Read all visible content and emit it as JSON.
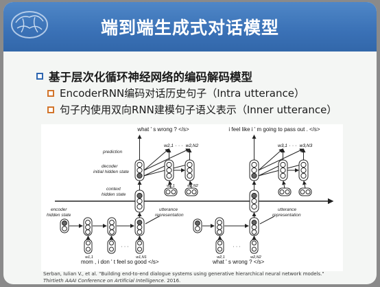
{
  "slide": {
    "title": "端到端生成式对话模型",
    "bullets": {
      "main": "基于层次化循环神经网络的编码解码模型",
      "sub1": "EncoderRNN编码对话历史句子（Intra utterance）",
      "sub2": "句子内使用双向RNN建模句子语义表示（Inner utterance）"
    }
  },
  "diagram": {
    "top_left_sentence": "what ' s wrong ? </s>",
    "top_right_sentence": "i feel like i ' m going to pass out . </s>",
    "bottom_left_sentence": "mom , i don ' t feel so good </s>",
    "bottom_right_sentence": "what ' s wrong ? </s>",
    "labels": {
      "prediction": "prediction",
      "decoder": "decoder",
      "decoder2": "initial hidden state",
      "context": "context",
      "context2": "hidden state",
      "encoder": "encoder",
      "encoder2": "hidden state",
      "utterance": "utterance",
      "utterance2": "representation",
      "utterance_r": "utterance",
      "utterance_r2": "representation"
    },
    "tokens": {
      "w11": "w1,1",
      "w1n": "w1,N1",
      "w21_pred": "w2,1",
      "w2n_pred": "w2,N2",
      "w21_in": "w2,1",
      "w2n_in": "w2,N2",
      "w31_pred": "w3,1",
      "w3n_pred": "w3,N3",
      "w21_enc": "w2,1",
      "w2n_enc": "w2,N2",
      "dots": "· · ·"
    }
  },
  "citation": {
    "plain": "Serban, Iulian V., et al. \"Building end-to-end dialogue systems using generative hierarchical neural network models.\" ",
    "italic": "Thirtieth AAAI Conference on Artificial Intelligence",
    "tail": ". 2016."
  },
  "colors": {
    "title_bar": "#3a71b6",
    "bullet_blue": "#2e66b0",
    "bullet_orange": "#d2742a"
  }
}
